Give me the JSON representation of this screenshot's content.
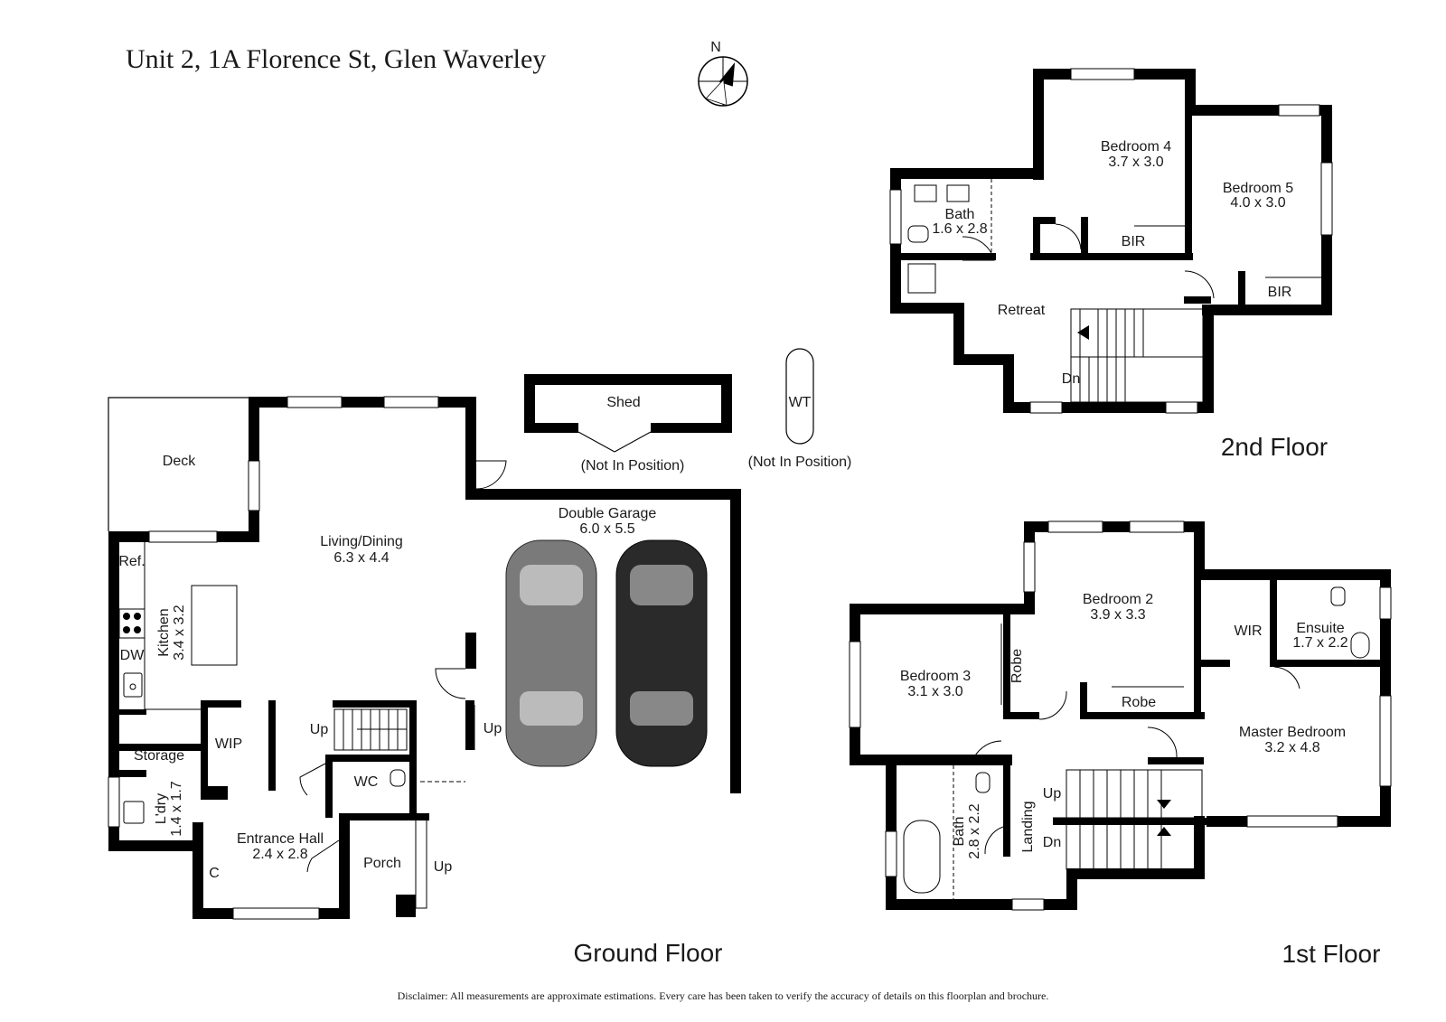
{
  "address": "Unit 2, 1A Florence St, Glen Waverley",
  "compass_label": "N",
  "floors": {
    "ground": "Ground Floor",
    "first": "1st Floor",
    "second": "2nd Floor"
  },
  "rooms": {
    "deck": "Deck",
    "living": "Living/Dining",
    "living_dim": "6.3 x 4.4",
    "kitchen": "Kitchen",
    "kitchen_dim": "3.4 x 3.2",
    "ref": "Ref.",
    "dw": "DW",
    "wip": "WIP",
    "storage": "Storage",
    "laundry": "L'dry",
    "laundry_dim": "1.4 x 1.7",
    "entrance": "Entrance Hall",
    "entrance_dim": "2.4 x 2.8",
    "closet": "C",
    "wc": "WC",
    "porch": "Porch",
    "up_porch": "Up",
    "up_stairs": "Up",
    "up_garage": "Up",
    "garage": "Double Garage",
    "garage_dim": "6.0 x 5.5",
    "shed": "Shed",
    "shed_note": "(Not In Position)",
    "wt": "WT",
    "wt_note": "(Not In Position)",
    "bed4": "Bedroom 4",
    "bed4_dim": "3.7 x 3.0",
    "bed5": "Bedroom 5",
    "bed5_dim": "4.0 x 3.0",
    "bath2": "Bath",
    "bath2_dim": "1.6 x 2.8",
    "bir1": "BIR",
    "bir2": "BIR",
    "retreat": "Retreat",
    "dn2": "Dn",
    "bed2": "Bedroom 2",
    "bed2_dim": "3.9 x 3.3",
    "bed3": "Bedroom 3",
    "bed3_dim": "3.1 x 3.0",
    "robe1": "Robe",
    "robe2": "Robe",
    "wir": "WIR",
    "ensuite": "Ensuite",
    "ensuite_dim": "1.7 x 2.2",
    "master": "Master Bedroom",
    "master_dim": "3.2 x 4.8",
    "bath1": "Bath",
    "bath1_dim": "2.8 x 2.2",
    "landing": "Landing",
    "up1": "Up",
    "dn1": "Dn"
  },
  "disclaimer": "Disclaimer: All measurements are approximate estimations. Every care has been taken to verify the accuracy of details on this floorplan and brochure."
}
